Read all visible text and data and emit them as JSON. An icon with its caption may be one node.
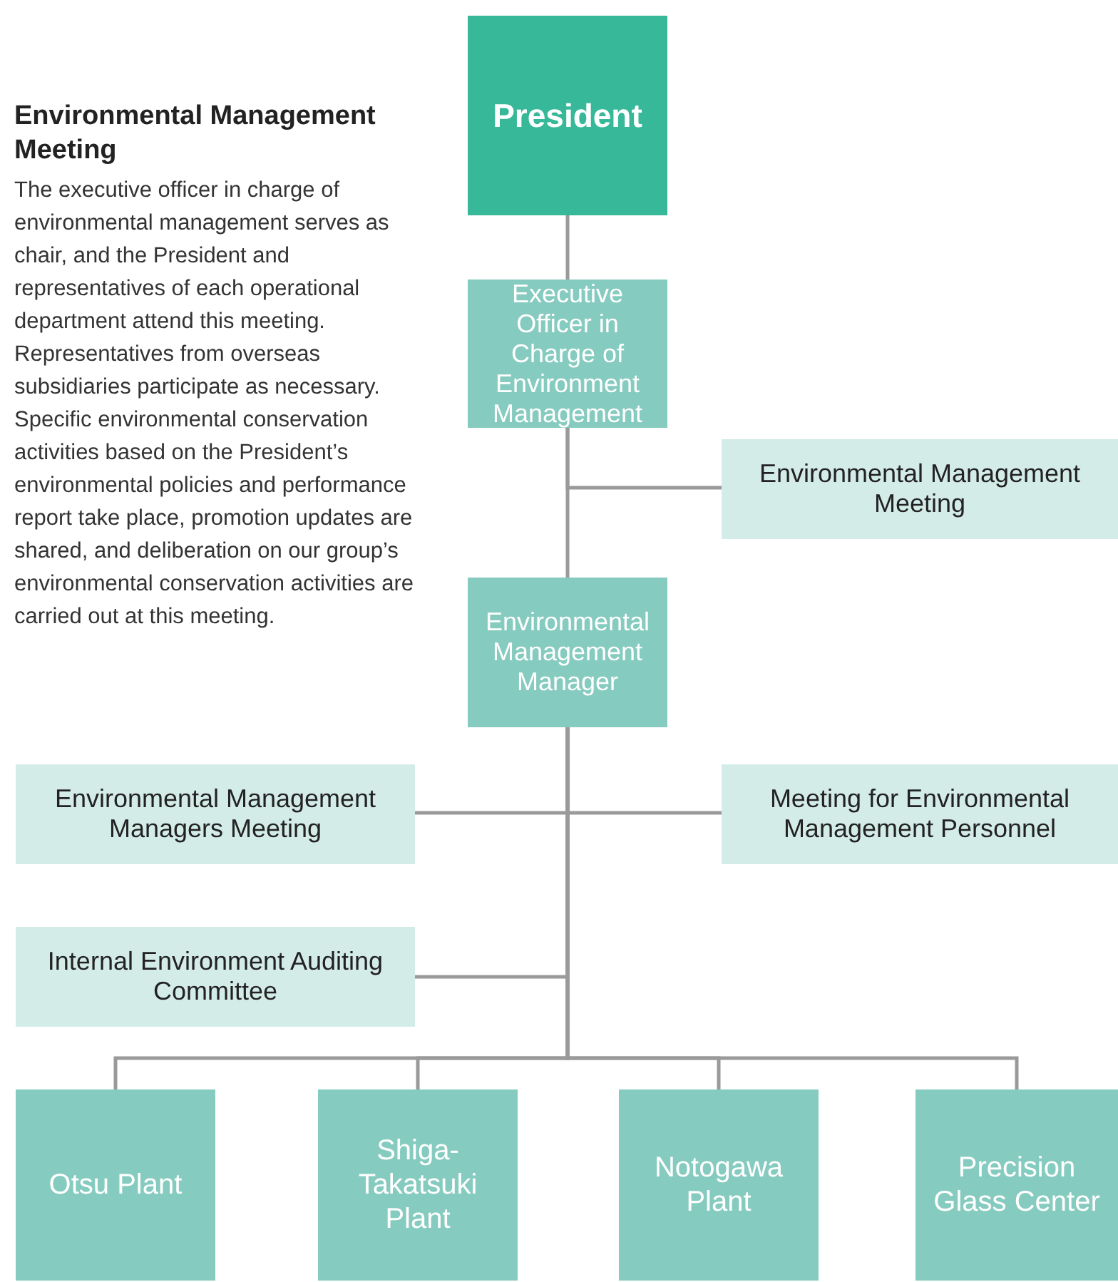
{
  "diagram": {
    "nodes": [
      {
        "text": [
          "President"
        ]
      },
      {
        "text": [
          "Executive Officer in Charge of Environment Management"
        ]
      },
      {
        "text": [
          "Environmental Management Meeting"
        ]
      },
      {
        "text": [
          "Environmental Management Manager"
        ]
      },
      {
        "text": [
          "Environmental Management Managers Meeting"
        ]
      },
      {
        "text": [
          "Meeting for Environmental Management Personnel"
        ]
      },
      {
        "text": [
          "Internal Environment Auditing Committee"
        ]
      },
      {
        "text": [
          "Otsu Plant"
        ]
      },
      {
        "text": [
          "Shiga-Takatsuki Plant"
        ]
      },
      {
        "text": [
          "Notogawa Plant"
        ]
      },
      {
        "text": [
          "Precision Glass Center"
        ]
      }
    ],
    "edges": [
      {
        "from": 0,
        "to": 1,
        "arrow": "none"
      },
      {
        "from": 1,
        "to": 3,
        "arrow": "none"
      },
      {
        "from": 1,
        "to": 2,
        "arrow": "none"
      },
      {
        "from": 3,
        "to": 4,
        "arrow": "none"
      },
      {
        "from": 3,
        "to": 5,
        "arrow": "none"
      },
      {
        "from": 3,
        "to": 6,
        "arrow": "none"
      },
      {
        "from": 3,
        "to": 7,
        "arrow": "none"
      },
      {
        "from": 3,
        "to": 8,
        "arrow": "none"
      },
      {
        "from": 3,
        "to": 9,
        "arrow": "none"
      },
      {
        "from": 3,
        "to": 10,
        "arrow": "none"
      }
    ],
    "labels": [
      "Environmental Management Meeting",
      "The executive officer in charge of environmental management serves as chair, and the President and representatives of each operational department attend this meeting. Representatives from overseas subsidiaries participate as necessary. Specific environmental conservation activities based on the President’s environmental policies and performance report take place, promotion updates are shared, and deliberation on our group’s environmental conservation activities are carried out at this meeting."
    ]
  }
}
